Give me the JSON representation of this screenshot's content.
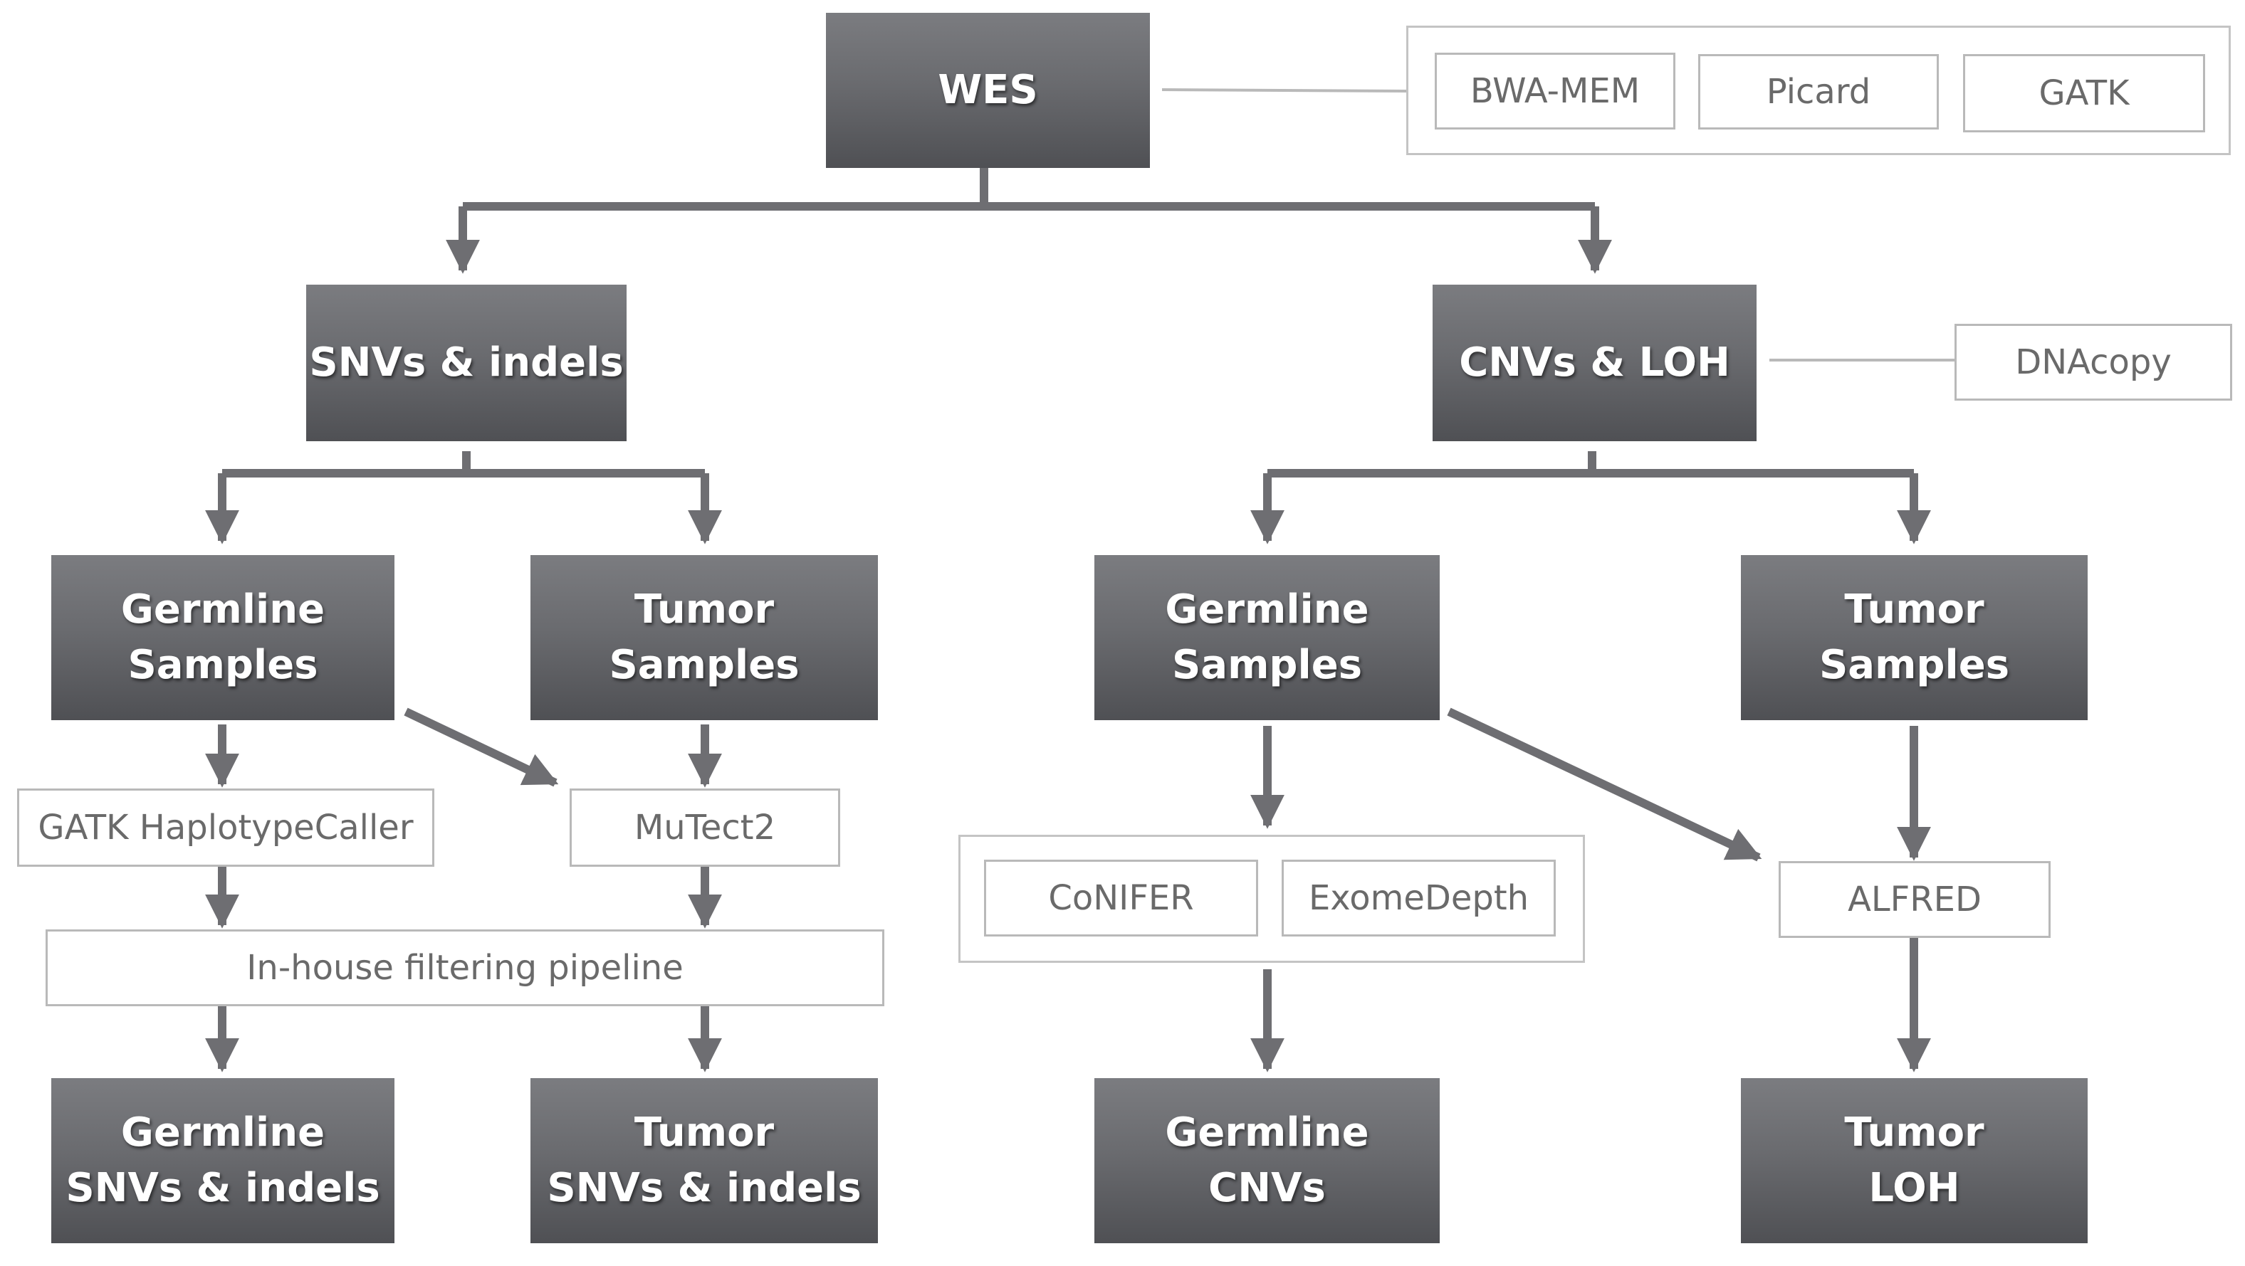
{
  "nodes": {
    "wes": "WES",
    "snvs_indels": "SNVs & indels",
    "cnvs_loh": "CNVs & LOH",
    "snv_germline_samples": [
      "Germline",
      "Samples"
    ],
    "snv_tumor_samples": [
      "Tumor",
      "Samples"
    ],
    "cnv_germline_samples": [
      "Germline",
      "Samples"
    ],
    "cnv_tumor_samples": [
      "Tumor",
      "Samples"
    ],
    "germline_snvs_indels": [
      "Germline",
      "SNVs & indels"
    ],
    "tumor_snvs_indels": [
      "Tumor",
      "SNVs & indels"
    ],
    "germline_cnvs": [
      "Germline",
      "CNVs"
    ],
    "tumor_loh": [
      "Tumor",
      "LOH"
    ]
  },
  "tools": {
    "bwa_mem": "BWA-MEM",
    "picard": "Picard",
    "gatk": "GATK",
    "dnacopy": "DNAcopy",
    "gatk_haplotypecaller": "GATK HaplotypeCaller",
    "mutect2": "MuTect2",
    "inhouse_filter": "In-house filtering pipeline",
    "conifer": "CoNIFER",
    "exomedepth": "ExomeDepth",
    "alfred": "ALFRED"
  },
  "colors": {
    "node_fill": "#6a6b6f",
    "node_text": "#ffffff",
    "tool_border": "#b9b9b9",
    "tool_text": "#6a6a6a",
    "arrow": "#6e6e72"
  }
}
